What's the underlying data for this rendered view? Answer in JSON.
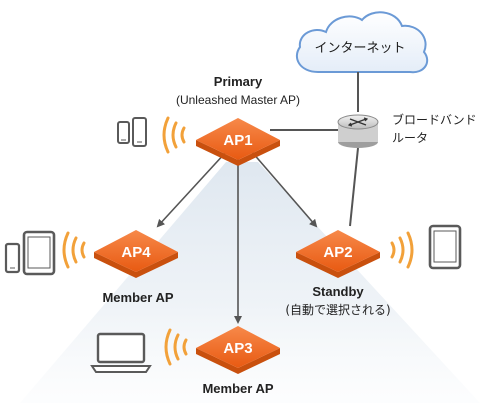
{
  "cloud": {
    "label": "インターネット"
  },
  "router": {
    "label_line1": "ブロードバンド",
    "label_line2": "ルータ"
  },
  "primary": {
    "role": "Primary",
    "subtitle": "(Unleashed Master AP)",
    "ap_label": "AP1"
  },
  "ap4": {
    "ap_label": "AP4",
    "role": "Member AP"
  },
  "ap2": {
    "ap_label": "AP2",
    "role": "Standby",
    "subtitle": "(自動で選択される)"
  },
  "ap3": {
    "ap_label": "AP3",
    "role": "Member AP"
  },
  "colors": {
    "ap_orange": "#f06a1e",
    "ap_orange_dark": "#c9500e",
    "wave_orange": "#f2a13a",
    "cloud_blue": "#6b9ad6",
    "device_gray": "#5a5a5a",
    "link_gray": "#555555"
  },
  "icons": {
    "cloud": "cloud-icon",
    "router": "router-icon",
    "phone": "smartphone-icon",
    "tablet": "tablet-icon",
    "laptop": "laptop-icon",
    "wifi_waves": "wifi-waves-icon"
  }
}
